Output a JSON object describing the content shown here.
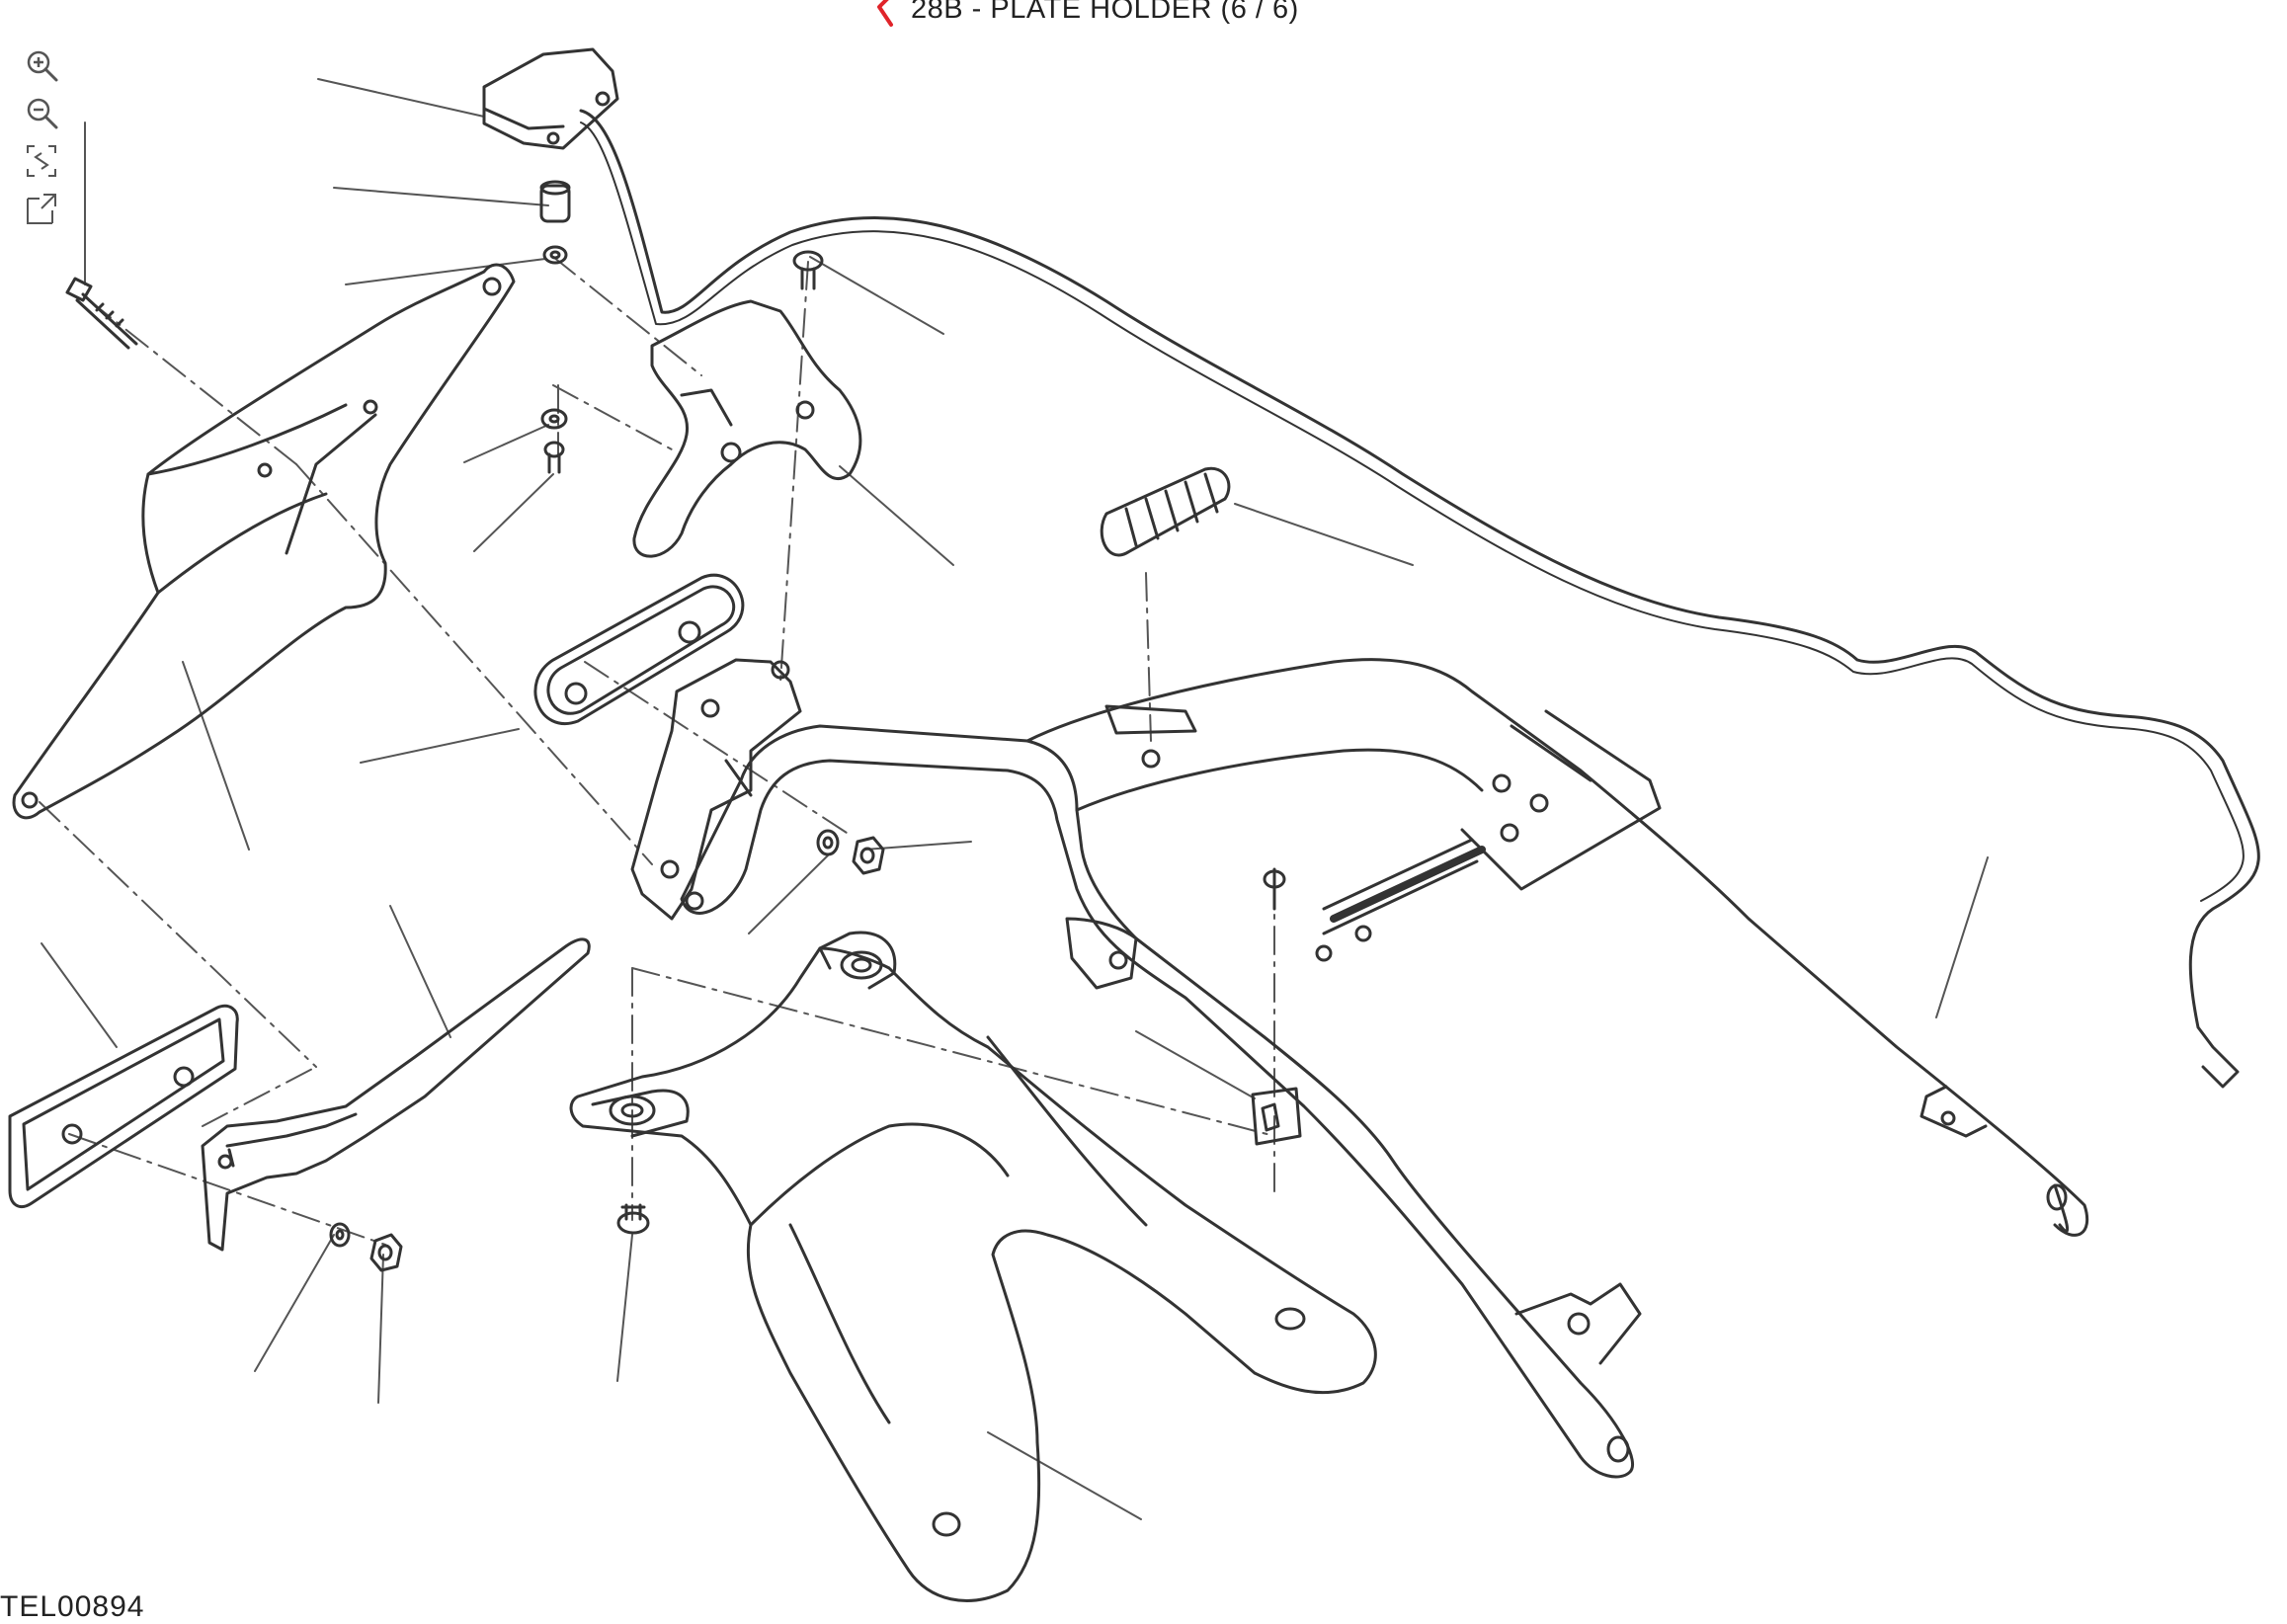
{
  "header": {
    "title": "28B - PLATE HOLDER (6 / 6)",
    "back_icon": "chevron-left-icon",
    "accent_color": "#e0242a"
  },
  "toolbar": {
    "items": [
      {
        "name": "zoom-in",
        "icon": "zoom-in-icon"
      },
      {
        "name": "zoom-out",
        "icon": "zoom-out-icon"
      },
      {
        "name": "fit-to-screen",
        "icon": "fit-screen-icon"
      },
      {
        "name": "fullscreen",
        "icon": "expand-icon"
      }
    ]
  },
  "diagram": {
    "drawing_code": "TEL00894",
    "line_color": "#333333"
  }
}
